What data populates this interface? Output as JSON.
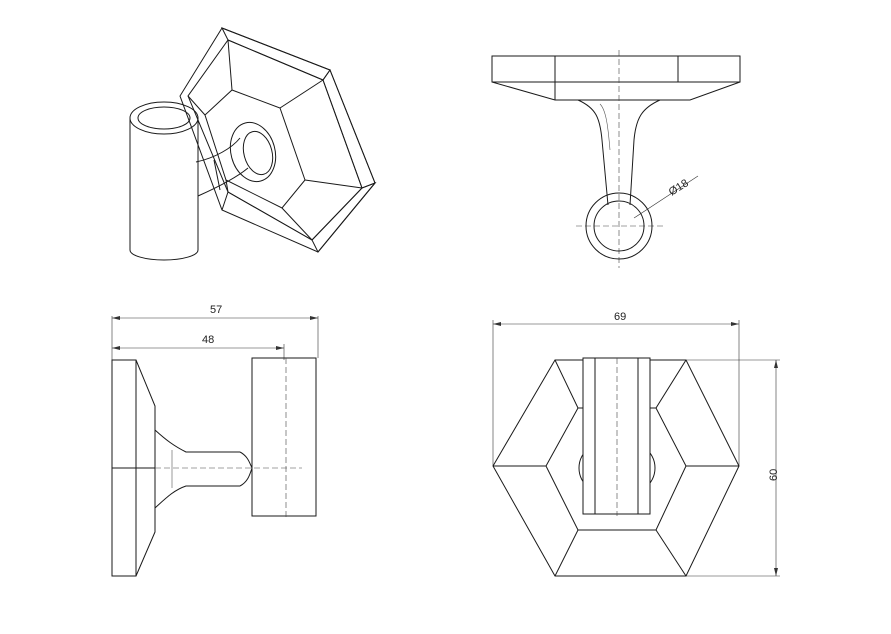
{
  "dimensions": {
    "side_total_length": "57",
    "side_projection": "48",
    "front_width": "69",
    "front_height": "60",
    "tube_diameter": "Ø18"
  },
  "colors": {
    "line": "#1a1a1a",
    "dimension": "#333333",
    "background": "#ffffff"
  }
}
